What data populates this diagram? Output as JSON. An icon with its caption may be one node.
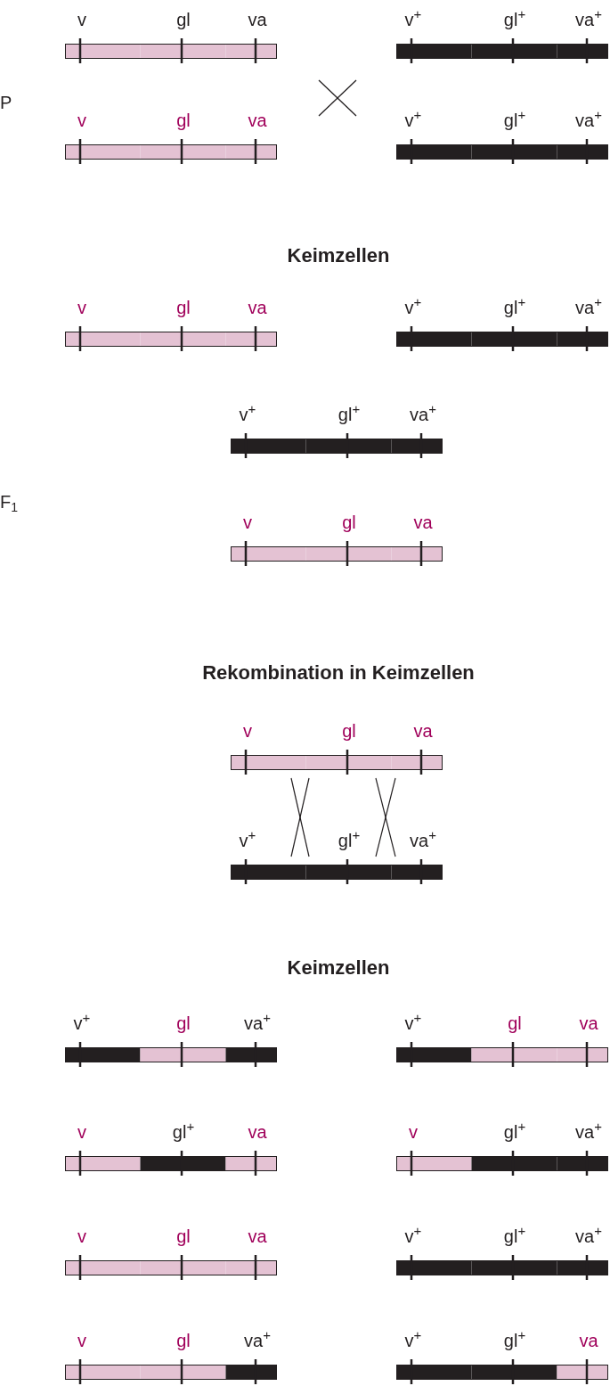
{
  "diagram": {
    "nodes": [
      {
        "text": [
          "v",
          "gl",
          "va"
        ]
      },
      {
        "text": [
          "v$^{+}$",
          "gl$^{+}$",
          "va$^{+}$"
        ]
      },
      {
        "text": [
          "v",
          "gl",
          "va"
        ]
      },
      {
        "text": [
          "v$^{+}$",
          "gl$^{+}$",
          "va$^{+}$"
        ]
      },
      {
        "text": [
          "v",
          "gl",
          "va"
        ]
      },
      {
        "text": [
          "v$^{+}$",
          "gl$^{+}$",
          "va$^{+}$"
        ]
      },
      {
        "text": [
          "v$^{+}$",
          "gl$^{+}$",
          "va$^{+}$"
        ]
      },
      {
        "text": [
          "v",
          "gl",
          "va"
        ]
      },
      {
        "text": [
          "v",
          "gl",
          "va"
        ]
      },
      {
        "text": [
          "v$^{+}$",
          "gl$^{+}$",
          "va$^{+}$"
        ]
      },
      {
        "text": [
          "v$^{+}$",
          "gl",
          "va$^{+}$"
        ]
      },
      {
        "text": [
          "v$^{+}$",
          "gl",
          "va"
        ]
      },
      {
        "text": [
          "v",
          "gl$^{+}$",
          "va"
        ]
      },
      {
        "text": [
          "v",
          "gl$^{+}$",
          "va$^{+}$"
        ]
      },
      {
        "text": [
          "v",
          "gl",
          "va"
        ]
      },
      {
        "text": [
          "v$^{+}$",
          "gl$^{+}$",
          "va$^{+}$"
        ]
      },
      {
        "text": [
          "v",
          "gl",
          "va$^{+}$"
        ]
      },
      {
        "text": [
          "v$^{+}$",
          "gl$^{+}$",
          "va"
        ]
      }
    ],
    "labels": [
      "P",
      "Keimzellen",
      "F$_{1}$",
      "Rekombination in Keimzellen",
      "Keimzellen"
    ]
  }
}
